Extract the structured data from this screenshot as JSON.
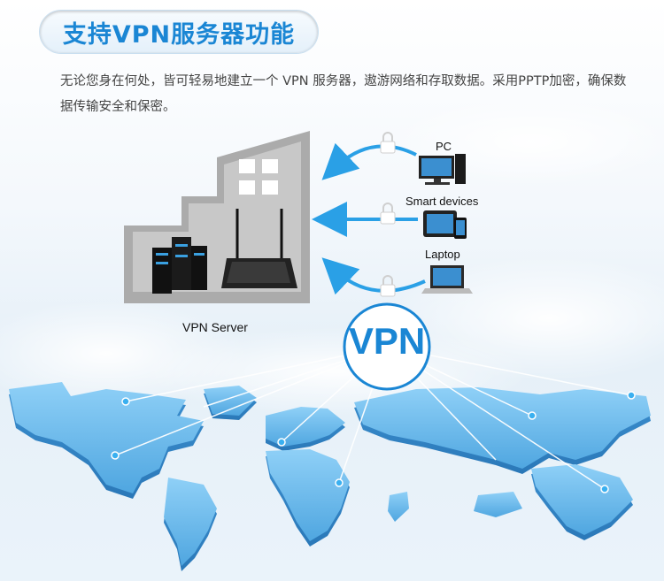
{
  "title": "支持VPN服务器功能",
  "description": "无论您身在何处，皆可轻易地建立一个 VPN 服务器，遨游网络和存取数据。采用PPTP加密，确保数据传输安全和保密。",
  "labels": {
    "vpn_server": "VPN Server",
    "pc": "PC",
    "smart_devices": "Smart devices",
    "laptop": "Laptop",
    "vpn_badge": "VPN"
  },
  "colors": {
    "accent": "#1a86d4",
    "arrow": "#2aa0e6",
    "building": "#b9b9b9",
    "map": "#5bb2e8"
  },
  "icons": [
    "lock-icon",
    "pc-icon",
    "tablet-phone-icon",
    "laptop-icon",
    "router-icon",
    "server-icon"
  ]
}
